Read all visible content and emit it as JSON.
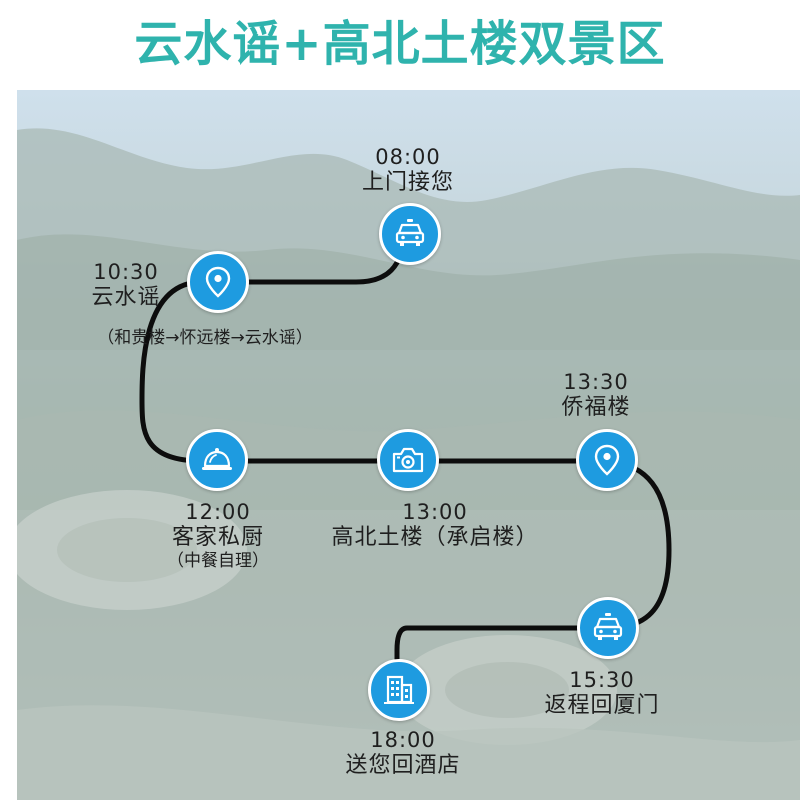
{
  "title": "云水谣+高北土楼双景区",
  "stops": [
    {
      "time": "08:00",
      "name": "上门接您",
      "note": "",
      "icon": "taxi-icon"
    },
    {
      "time": "10:30",
      "name": "云水谣",
      "note": "（和贵楼→怀远楼→云水谣）",
      "icon": "map-pin-icon"
    },
    {
      "time": "12:00",
      "name": "客家私厨",
      "note": "（中餐自理）",
      "icon": "food-cloche-icon"
    },
    {
      "time": "13:00",
      "name": "高北土楼（承启楼）",
      "note": "",
      "icon": "camera-icon"
    },
    {
      "time": "13:30",
      "name": "侨福楼",
      "note": "",
      "icon": "map-pin-icon"
    },
    {
      "time": "15:30",
      "name": "返程回厦门",
      "note": "",
      "icon": "taxi-icon"
    },
    {
      "time": "18:00",
      "name": "送您回酒店",
      "note": "",
      "icon": "hotel-building-icon"
    }
  ],
  "colors": {
    "title": "#2fb3ad",
    "stop": "#1e9be0",
    "route": "#0d0d0d"
  }
}
